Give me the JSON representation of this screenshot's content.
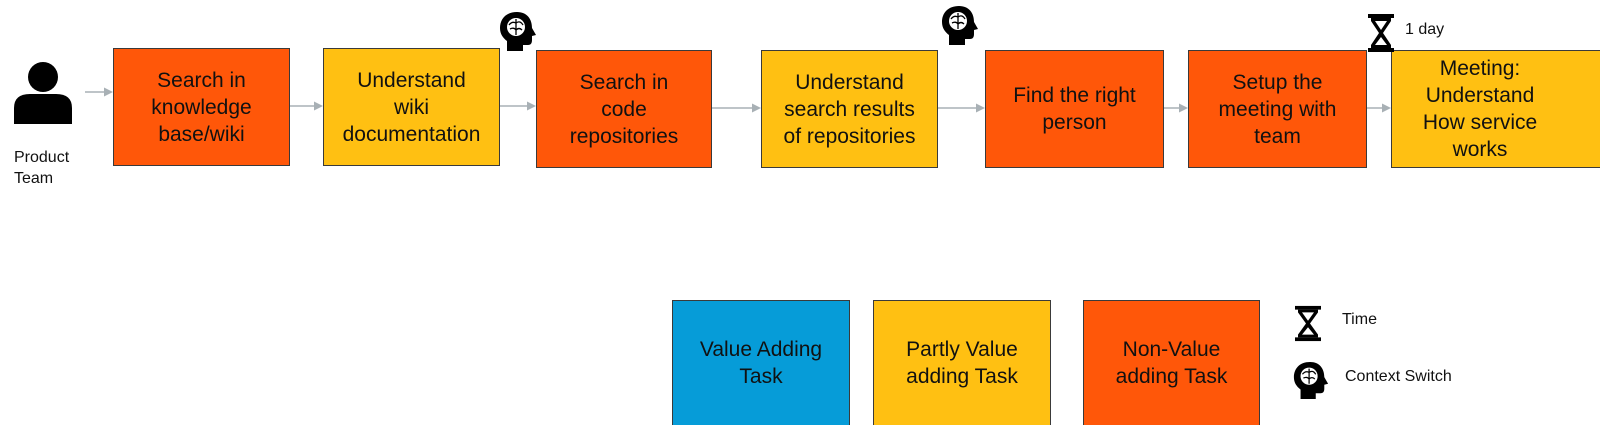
{
  "diagram": {
    "actor": {
      "label_line1": "Product",
      "label_line2": "Team",
      "icon": "person-icon"
    },
    "steps": [
      {
        "text": "Search in\nknowledge\nbase/wiki",
        "category": "non-value"
      },
      {
        "text": "Understand\nwiki\ndocumentation",
        "category": "partly"
      },
      {
        "text": "Search in\ncode\nrepositories",
        "category": "non-value"
      },
      {
        "text": "Understand\nsearch results\nof repositories",
        "category": "partly"
      },
      {
        "text": "Find the right\nperson",
        "category": "non-value"
      },
      {
        "text": "Setup the\nmeeting with\nteam",
        "category": "non-value"
      },
      {
        "text": "Meeting:\nUnderstand\nHow service\nworks",
        "category": "partly"
      }
    ],
    "time_marker": {
      "label": "1 day",
      "icon": "hourglass-icon"
    },
    "context_switch_icon": "brain-head-icon"
  },
  "legend": {
    "value_adding": "Value Adding\nTask",
    "partly_value": "Partly Value\nadding Task",
    "non_value": "Non-Value\nadding Task",
    "time_label": "Time",
    "context_switch_label": "Context Switch"
  },
  "colors": {
    "value_adding": "#069cd8",
    "partly_value": "#ffc012",
    "non_value": "#ff5709",
    "connector": "#a8b0b5"
  }
}
